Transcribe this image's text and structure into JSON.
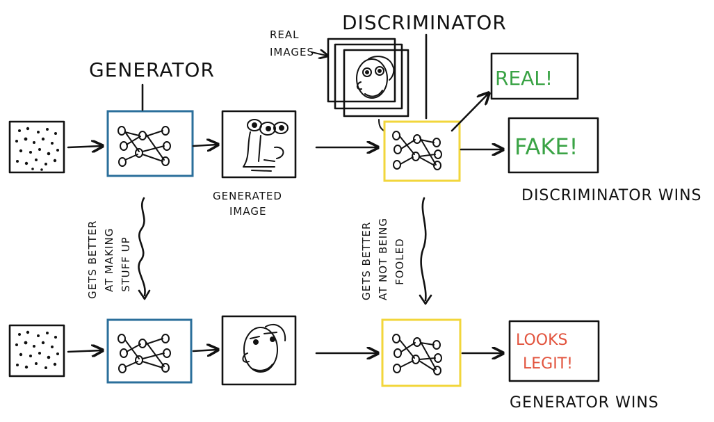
{
  "labels": {
    "generator": "GENERATOR",
    "discriminator": "DISCRIMINATOR",
    "real_images": [
      "REAL",
      "IMAGES"
    ],
    "generated_image": [
      "GENERATED",
      "IMAGE"
    ],
    "real_verdict": "REAL!",
    "fake_verdict": "FAKE!",
    "looks_legit": [
      "LOOKS",
      "LEGIT!"
    ],
    "discriminator_wins": "DISCRIMINATOR WINS",
    "generator_wins": "GENERATOR WINS",
    "gets_better_making": [
      "GETS BETTER",
      "AT MAKING",
      "STUFF UP"
    ],
    "gets_better_fooled": [
      "GETS BETTER",
      "AT NOT BEING",
      "FOOLED"
    ]
  },
  "colors": {
    "generator_frame": "#2b6f9b",
    "discriminator_frame": "#f2d63b",
    "real_text": "#3aa345",
    "fake_text": "#3aa345",
    "legit_text": "#e2533d"
  }
}
